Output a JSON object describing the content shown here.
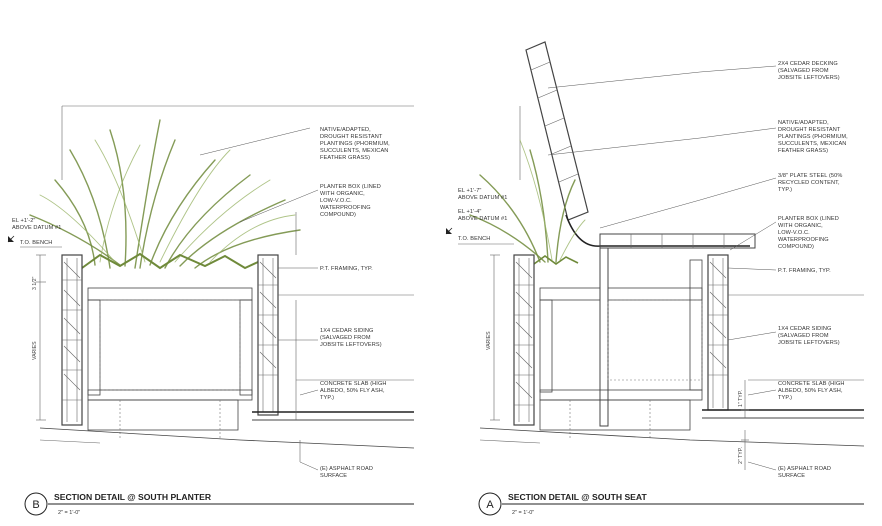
{
  "left_detail": {
    "badge": "B",
    "title": "SECTION DETAIL @ SOUTH PLANTER",
    "scale": "2\" = 1'-0\"",
    "elevations": [
      "EL +1'-2\"",
      "ABOVE DATUM #1",
      "T.O. BENCH"
    ],
    "dim_vertical": [
      "VARIES",
      "3 1/2\""
    ],
    "notes": {
      "plantings": [
        "NATIVE/ADAPTED,",
        "DROUGHT RESISTANT",
        "PLANTINGS (PHORMIUM,",
        "SUCCULENTS, MEXICAN",
        "FEATHER GRASS)"
      ],
      "planter_box": [
        "PLANTER BOX (LINED",
        "WITH ORGANIC,",
        "LOW-V.O.C.",
        "WATERPROOFING",
        "COMPOUND)"
      ],
      "framing": [
        "P.T. FRAMING, TYP."
      ],
      "siding": [
        "1X4 CEDAR SIDING",
        "(SALVAGED FROM",
        "JOBSITE LEFTOVERS)"
      ],
      "slab": [
        "CONCRETE SLAB (HIGH",
        "ALBEDO, 50% FLY ASH,",
        "TYP.)"
      ],
      "road": [
        "(E) ASPHALT ROAD",
        "SURFACE"
      ]
    }
  },
  "right_detail": {
    "badge": "A",
    "title": "SECTION DETAIL @ SOUTH SEAT",
    "scale": "2\" = 1'-0\"",
    "elevations": [
      "EL +1'-7\"",
      "ABOVE DATUM #1",
      "EL +1'-4\"",
      "ABOVE DATUM #1",
      "T.O. BENCH"
    ],
    "dim_vertical": [
      "VARIES",
      "1\" TYP.",
      "2\" TYP."
    ],
    "notes": {
      "decking": [
        "2X4 CEDAR DECKING",
        "(SALVAGED FROM",
        "JOBSITE LEFTOVERS)"
      ],
      "plantings": [
        "NATIVE/ADAPTED,",
        "DROUGHT RESISTANT",
        "PLANTINGS (PHORMIUM,",
        "SUCCULENTS, MEXICAN",
        "FEATHER GRASS)"
      ],
      "steel": [
        "3/8\" PLATE STEEL (50%",
        "RECYCLED CONTENT,",
        "TYP.)"
      ],
      "planter_box": [
        "PLANTER BOX (LINED",
        "WITH ORGANIC,",
        "LOW-V.O.C.",
        "WATERPROOFING",
        "COMPOUND)"
      ],
      "framing": [
        "P.T. FRAMING, TYP."
      ],
      "siding": [
        "1X4 CEDAR SIDING",
        "(SALVAGED FROM",
        "JOBSITE LEFTOVERS)"
      ],
      "slab": [
        "CONCRETE SLAB (HIGH",
        "ALBEDO, 50% FLY ASH,",
        "TYP.)"
      ],
      "road": [
        "(E) ASPHALT ROAD",
        "SURFACE"
      ]
    }
  }
}
